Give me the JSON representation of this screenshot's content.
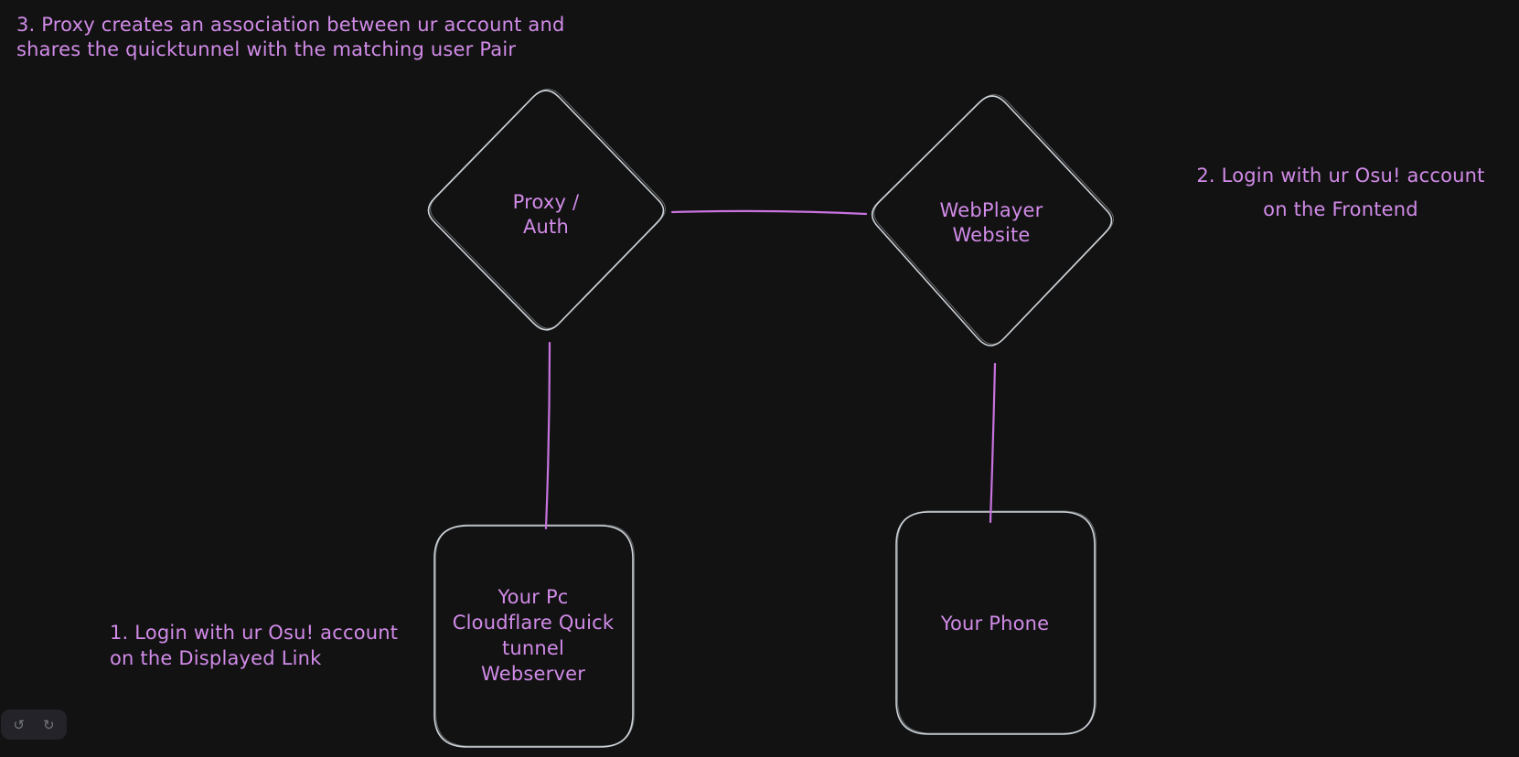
{
  "canvas": {
    "background": "#121212",
    "shape_stroke": "#ced4da",
    "accent": "#c873e0",
    "text_color": "#d18be8",
    "island_bg": "#232329",
    "icon_color": "#75757e"
  },
  "annotations": {
    "step3": "3. Proxy creates an association between ur account and\nshares the quicktunnel with the matching user Pair",
    "step2": "2. Login with ur Osu! account\non the Frontend",
    "step1": "1. Login with ur Osu! account\non the Displayed Link"
  },
  "shapes": {
    "proxy_auth": {
      "type": "diamond",
      "label": "Proxy /\nAuth"
    },
    "webplayer": {
      "type": "diamond",
      "label": "WebPlayer\nWebsite"
    },
    "pc_webserver": {
      "type": "rectangle",
      "label": "Your Pc\nCloudflare Quick\ntunnel\nWebserver"
    },
    "phone": {
      "type": "rectangle",
      "label": "Your Phone"
    }
  },
  "connectors": [
    {
      "name": "proxy-to-webplayer",
      "from": "proxy_auth",
      "to": "webplayer"
    },
    {
      "name": "proxy-to-pc",
      "from": "proxy_auth",
      "to": "pc_webserver"
    },
    {
      "name": "webplayer-to-phone",
      "from": "webplayer",
      "to": "phone"
    }
  ],
  "toolbar": {
    "undo_glyph": "↺",
    "redo_glyph": "↻"
  }
}
